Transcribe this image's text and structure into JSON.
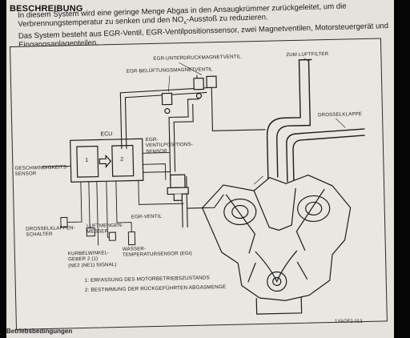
{
  "heading": "BESCHREIBUNG",
  "paragraph": {
    "line1": "In diesem System wird eine geringe Menge Abgas in den Ansaugkrümmer zurückgeleitet, um die",
    "line2a": "Verbrennungstemperatur zu senken und den NO",
    "line2sub": "x",
    "line2b": "-Ausstoß zu reduzieren.",
    "line3": "Das System besteht aus EGR-Ventil, EGR-Ventilpositionssensor, zwei Magnetventilen, Motorsteuergerät und",
    "line4": "Eingangsanlagenteilen."
  },
  "diagram": {
    "labels": {
      "egr_vacuum_solenoid": "EGR-UNTERDRUCKMAGNETVENTIL",
      "egr_vent_solenoid": "EGR-BELÜFTUNGSMAGNETVENTIL",
      "to_air_filter": "ZUM LUFTFILTER",
      "throttle_valve": "DROSSELKLAPPE",
      "ecu": "ECU",
      "ecu_block1": "1",
      "ecu_block2": "2",
      "egr_position_sensor_l1": "EGR-",
      "egr_position_sensor_l2": "VENTILPOSITIONS-",
      "egr_position_sensor_l3": "SENSOR",
      "speed_sensor_l1": "GESCHWINDIGKEITS-",
      "speed_sensor_l2": "SENSOR",
      "egr_valve": "EGR-VENTIL",
      "throttle_switch_l1": "DROSSELKLAPPEN-",
      "throttle_switch_l2": "SCHALTER",
      "air_flow_meter_l1": "LUFTMENGEN-",
      "air_flow_meter_l2": "MESSER",
      "crank_sensor_l1": "KURBELWINKEL-",
      "crank_sensor_l2": "GEBER 2 (1)",
      "crank_sensor_l3": "(NE2 (NE1) SIGNAL)",
      "water_temp_l1": "WASSER-",
      "water_temp_l2": "TEMPERATURSENSOR (EGI)",
      "legend1": "1: ERFASSUNG DES MOTORBETRIEBSZUSTANDS",
      "legend2": "2: BESTIMMUNG DER RÜCKGEFÜHRTEN ABGASMENGE"
    }
  },
  "footer": {
    "code": "1YAOF2-013",
    "next_heading": "Betriebsbedingungen"
  }
}
